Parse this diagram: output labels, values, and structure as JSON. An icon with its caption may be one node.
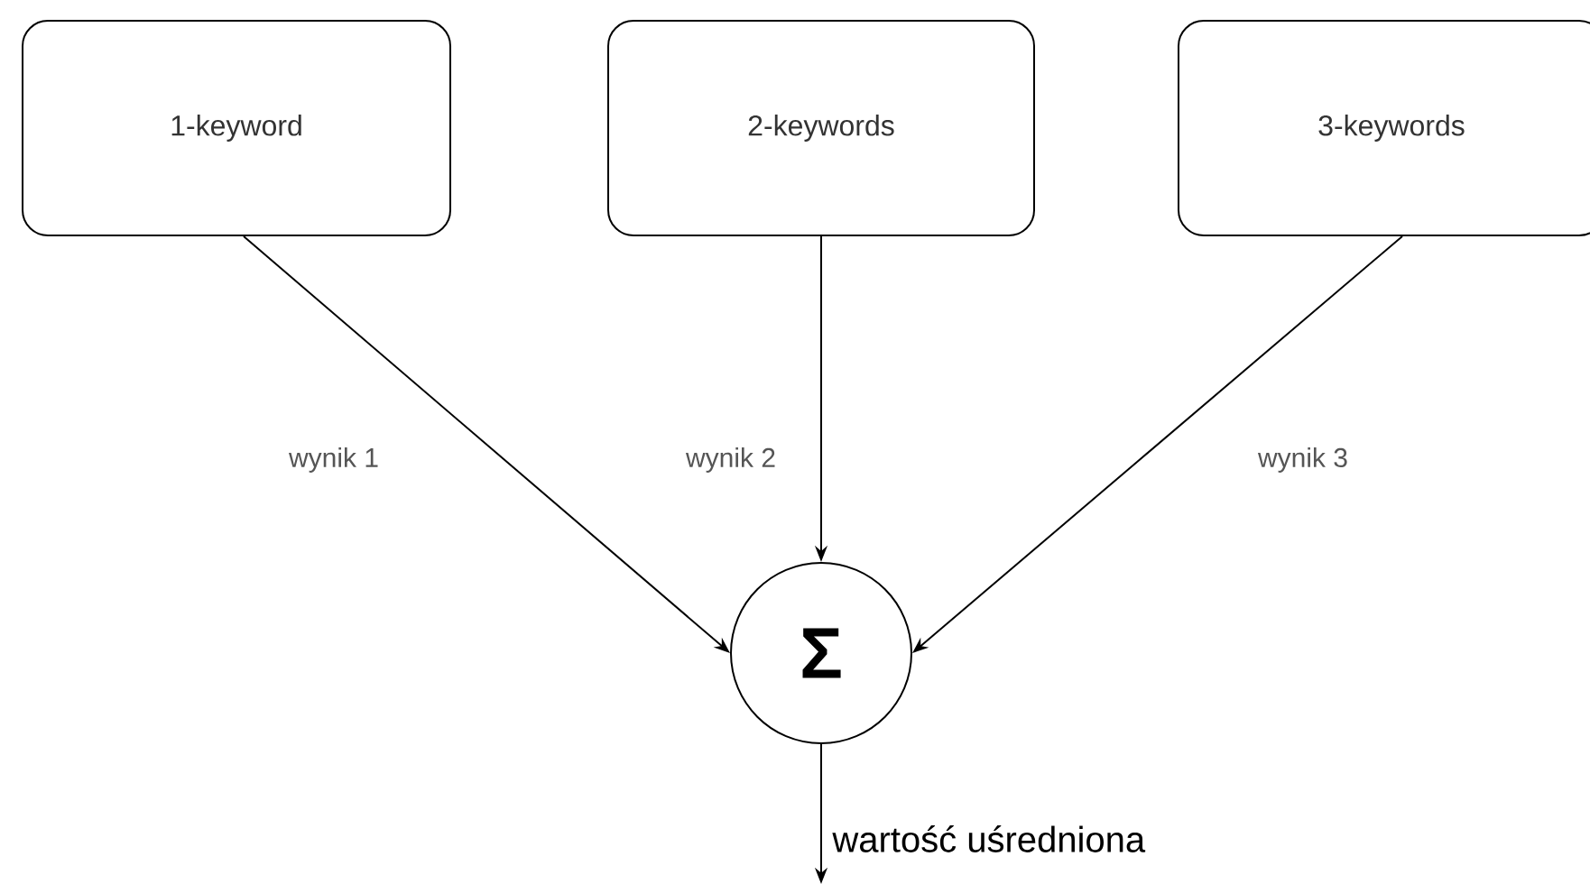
{
  "diagram": {
    "nodes": [
      {
        "text": [
          "1-keyword"
        ]
      },
      {
        "text": [
          "2-keywords"
        ]
      },
      {
        "text": [
          "3-keywords"
        ]
      },
      {
        "text": [
          "Σ"
        ]
      }
    ],
    "edges": [
      {
        "from": 0,
        "to": 3,
        "arrow": "to",
        "label": "wynik 1"
      },
      {
        "from": 1,
        "to": 3,
        "arrow": "to",
        "label": "wynik 2"
      },
      {
        "from": 2,
        "to": 3,
        "arrow": "to",
        "label": "wynik 3"
      },
      {
        "from": 3,
        "to": null,
        "arrow": "to",
        "label": "wartość uśredniona"
      }
    ]
  }
}
